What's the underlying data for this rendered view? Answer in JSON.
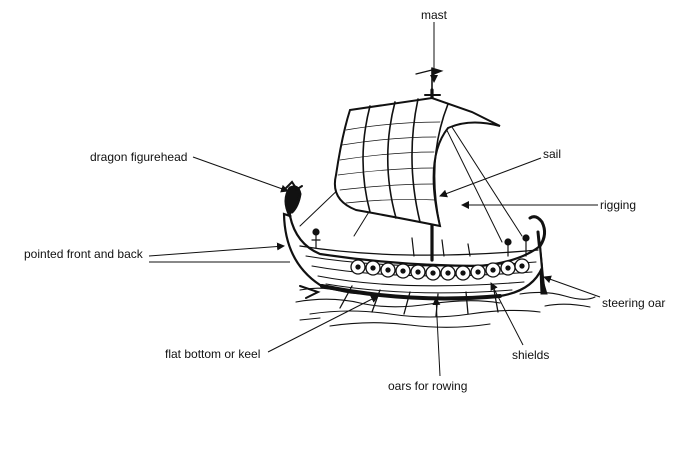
{
  "diagram": {
    "subject": "Viking longship",
    "labels": {
      "mast": "mast",
      "sail": "sail",
      "rigging": "rigging",
      "dragon_figurehead": "dragon figurehead",
      "pointed_front_and_back": "pointed front and back",
      "steering_oar": "steering oar",
      "flat_bottom_or_keel": "flat bottom or keel",
      "shields": "shields",
      "oars_for_rowing": "oars for rowing"
    }
  },
  "colors": {
    "ink": "#111111",
    "paper": "#ffffff"
  }
}
